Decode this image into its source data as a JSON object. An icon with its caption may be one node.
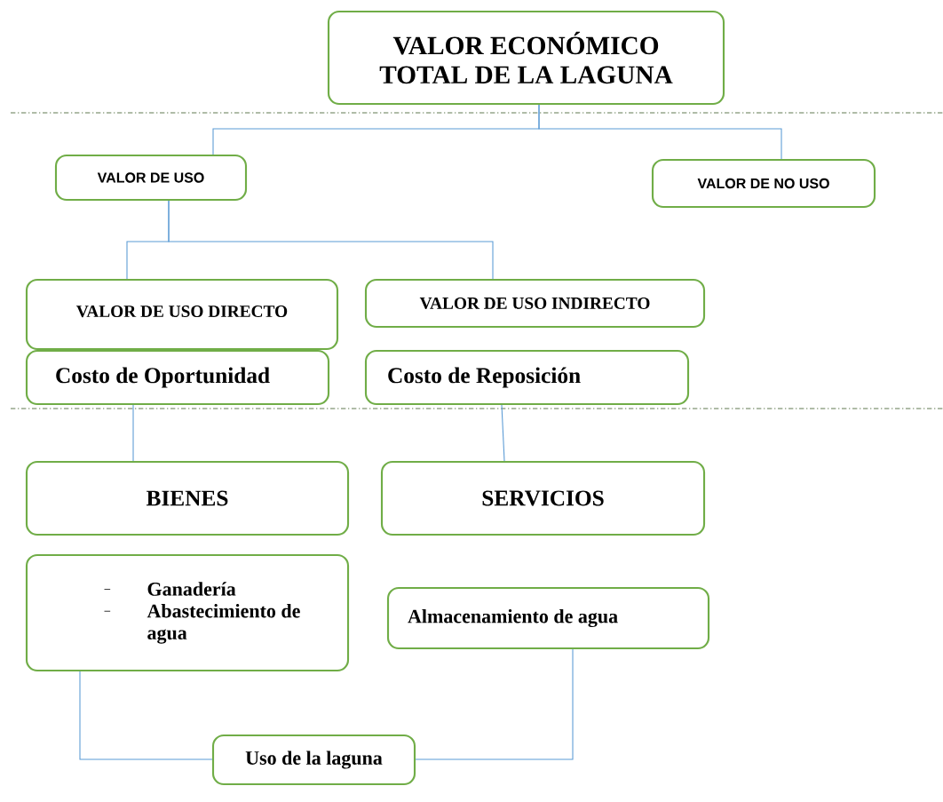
{
  "diagram": {
    "nodes": [
      {
        "text": [
          "VALOR ECONÓMICO TOTAL DE LA LAGUNA"
        ]
      },
      {
        "text": [
          "VALOR DE USO"
        ]
      },
      {
        "text": [
          "VALOR DE NO USO"
        ]
      },
      {
        "text": [
          "VALOR DE USO DIRECTO"
        ]
      },
      {
        "text": [
          "VALOR DE USO INDIRECTO"
        ]
      },
      {
        "text": [
          "Costo de Oportunidad"
        ]
      },
      {
        "text": [
          "Costo de Reposición"
        ]
      },
      {
        "text": [
          "BIENES"
        ]
      },
      {
        "text": [
          "SERVICIOS"
        ]
      },
      {
        "text": [
          "Ganadería",
          "Abastecimiento de agua"
        ]
      },
      {
        "text": [
          "Almacenamiento de agua"
        ]
      },
      {
        "text": [
          "Uso de la laguna"
        ]
      }
    ],
    "edges": [
      {
        "from": 0,
        "to": 1,
        "arrow": "none"
      },
      {
        "from": 0,
        "to": 2,
        "arrow": "none"
      },
      {
        "from": 1,
        "to": 3,
        "arrow": "none"
      },
      {
        "from": 1,
        "to": 4,
        "arrow": "none"
      },
      {
        "from": 5,
        "to": 7,
        "arrow": "none"
      },
      {
        "from": 6,
        "to": 8,
        "arrow": "none"
      },
      {
        "from": 9,
        "to": 11,
        "arrow": "none"
      },
      {
        "from": 10,
        "to": 11,
        "arrow": "none"
      }
    ]
  }
}
